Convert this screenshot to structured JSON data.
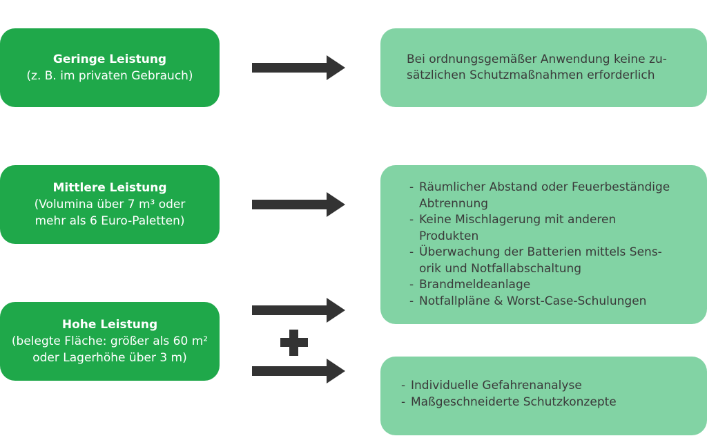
{
  "colors": {
    "dark_green": "#1fa84a",
    "light_green": "#82d3a4",
    "arrow": "#333333"
  },
  "levels": {
    "low": {
      "title": "Geringe Leistung",
      "lines": [
        "(z. B. im privaten Gebrauch)"
      ]
    },
    "medium": {
      "title": "Mittlere Leistung",
      "lines": [
        "(Volumina über 7 m³ oder",
        "mehr als 6 Euro-Paletten)"
      ]
    },
    "high": {
      "title": "Hohe Leistung",
      "lines": [
        "(belegte Fläche: größer als 60 m²",
        "oder Lagerhöhe über 3 m)"
      ]
    }
  },
  "measures": {
    "low": {
      "lines": [
        "Bei ordnungsgemäßer Anwendung keine zu-",
        "sätzlichen Schutzmaßnahmen erforderlich"
      ]
    },
    "medium": {
      "items": [
        [
          "Räumlicher Abstand oder Feuerbeständige",
          "Abtrennung"
        ],
        [
          "Keine Mischlagerung mit anderen",
          "Produkten"
        ],
        [
          "Überwachung der Batterien mittels Sens-",
          "orik und Notfallabschaltung"
        ],
        [
          "Brandmeldeanlage"
        ],
        [
          "Notfallpläne & Worst-Case-Schulungen"
        ]
      ]
    },
    "high": {
      "items": [
        [
          "Individuelle Gefahrenanalyse"
        ],
        [
          "Maßgeschneiderte Schutzkonzepte"
        ]
      ]
    }
  }
}
